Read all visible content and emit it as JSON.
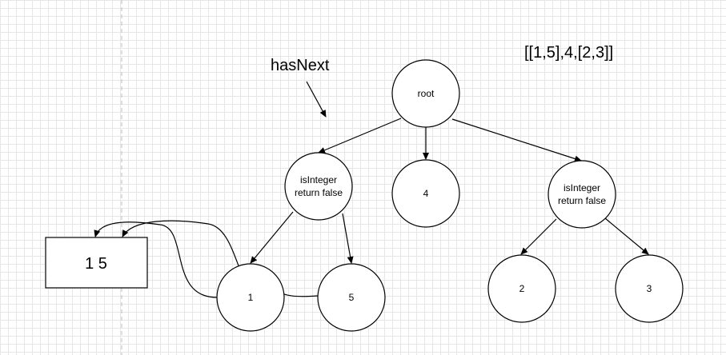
{
  "annotations": {
    "has_next": "hasNext",
    "input_list": "[[1,5],4,[2,3]]"
  },
  "nodes": {
    "root": "root",
    "left_line1": "isInteger",
    "left_line2": "return false",
    "middle": "4",
    "right_line1": "isInteger",
    "right_line2": "return false",
    "leaf_1": "1",
    "leaf_5": "5",
    "leaf_2": "2",
    "leaf_3": "3"
  },
  "output_box": {
    "text": "1 5"
  }
}
